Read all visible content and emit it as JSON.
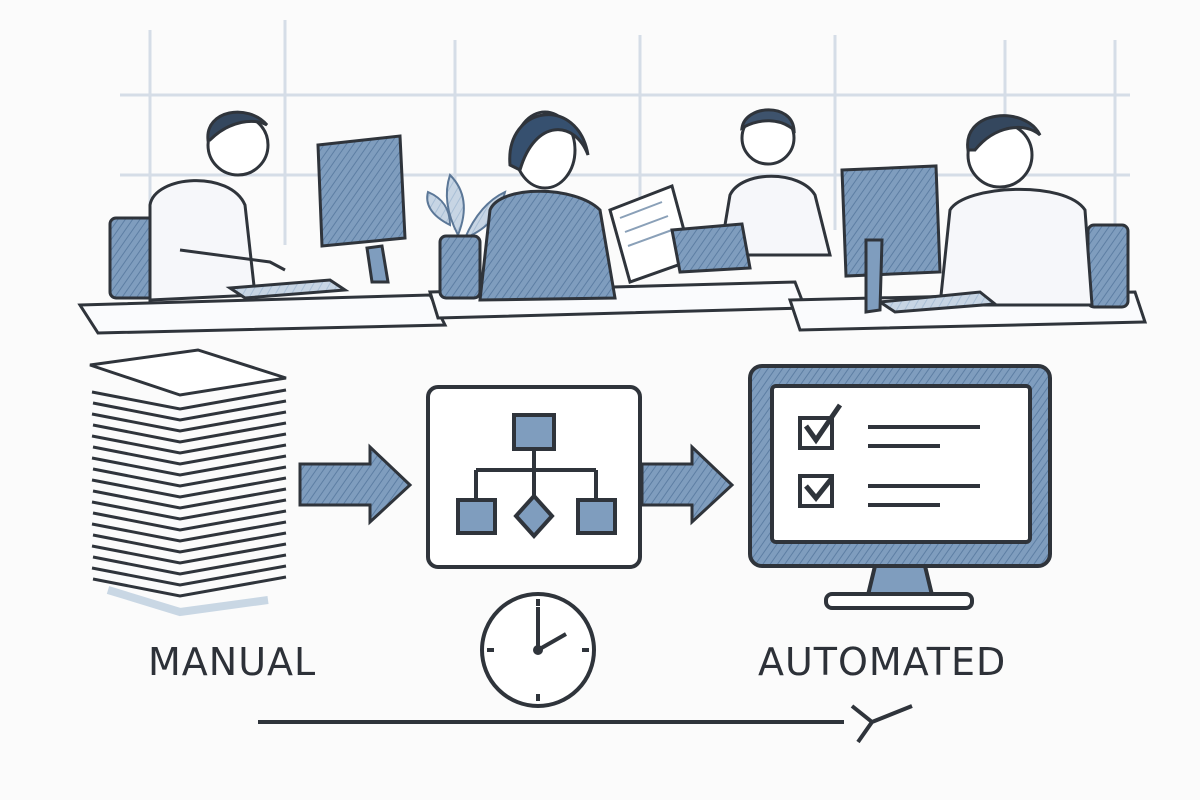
{
  "labels": {
    "manual": "MANUAL",
    "automated": "AUTOMATED"
  },
  "icons": {
    "paper_stack": "paper-stack-icon",
    "process_flowchart": "flowchart-icon",
    "clock": "clock-icon",
    "monitor_checklist": "checklist-monitor-icon",
    "arrows": "arrow-right-icon",
    "timeline_end": "checkmark-arrowhead-icon"
  },
  "colors": {
    "ink": "#2f343b",
    "accent_blue": "#6f8fb3",
    "accent_blue_light": "#a9bfd6",
    "background": "#fbfbfb"
  },
  "scene": {
    "workers_count": 4
  }
}
